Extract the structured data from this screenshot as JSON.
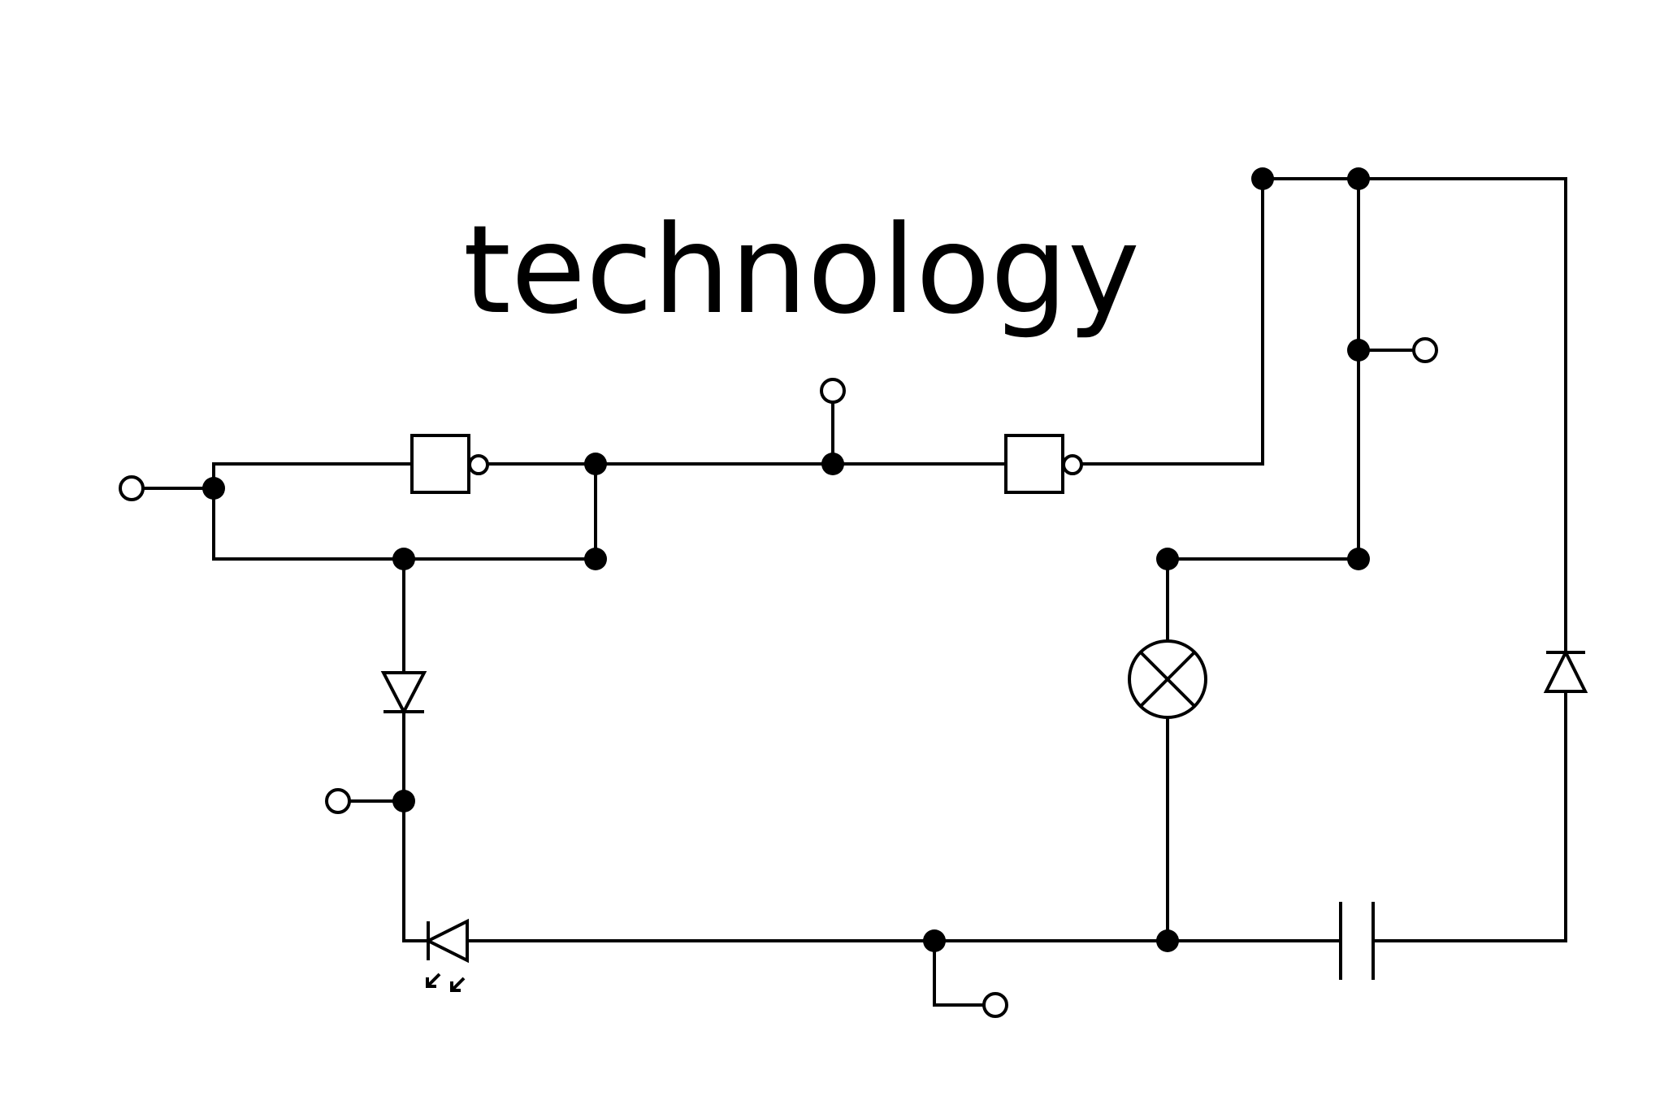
{
  "diagram": {
    "title": "technology",
    "colors": {
      "ink": "#000000",
      "background": "#ffffff"
    },
    "components": [
      {
        "type": "inverter",
        "id": "inverter-1"
      },
      {
        "type": "inverter",
        "id": "inverter-2"
      },
      {
        "type": "diode",
        "id": "diode-left"
      },
      {
        "type": "led",
        "id": "led-bottom"
      },
      {
        "type": "lamp",
        "id": "lamp"
      },
      {
        "type": "capacitor",
        "id": "capacitor"
      },
      {
        "type": "diode",
        "id": "diode-right"
      }
    ]
  }
}
